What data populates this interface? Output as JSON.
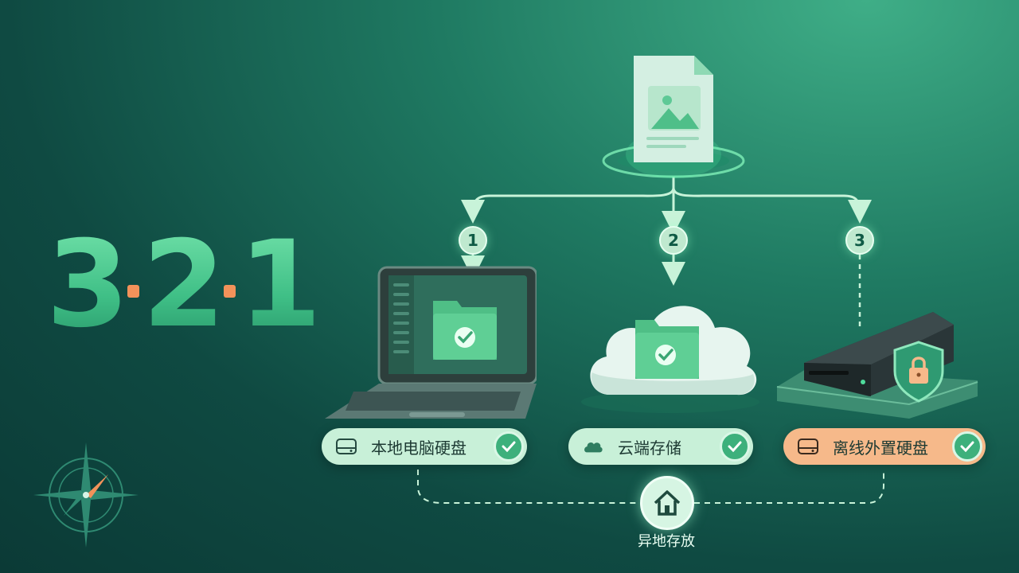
{
  "headline": {
    "d1": "3",
    "d2": "2",
    "d3": "1"
  },
  "steps": [
    "1",
    "2",
    "3"
  ],
  "labels": [
    {
      "text": "本地电脑硬盘",
      "icon": "hard-drive-icon"
    },
    {
      "text": "云端存储",
      "icon": "cloud-icon"
    },
    {
      "text": "离线外置硬盘",
      "icon": "hard-drive-icon"
    }
  ],
  "offsite": {
    "text": "异地存放",
    "icon": "house-icon"
  },
  "colors": {
    "accent_green": "#3db07c",
    "label_green": "#c8f0d8",
    "label_orange": "#f6b98a",
    "dash_orange": "#f2925a",
    "line": "#c8f3d9"
  }
}
